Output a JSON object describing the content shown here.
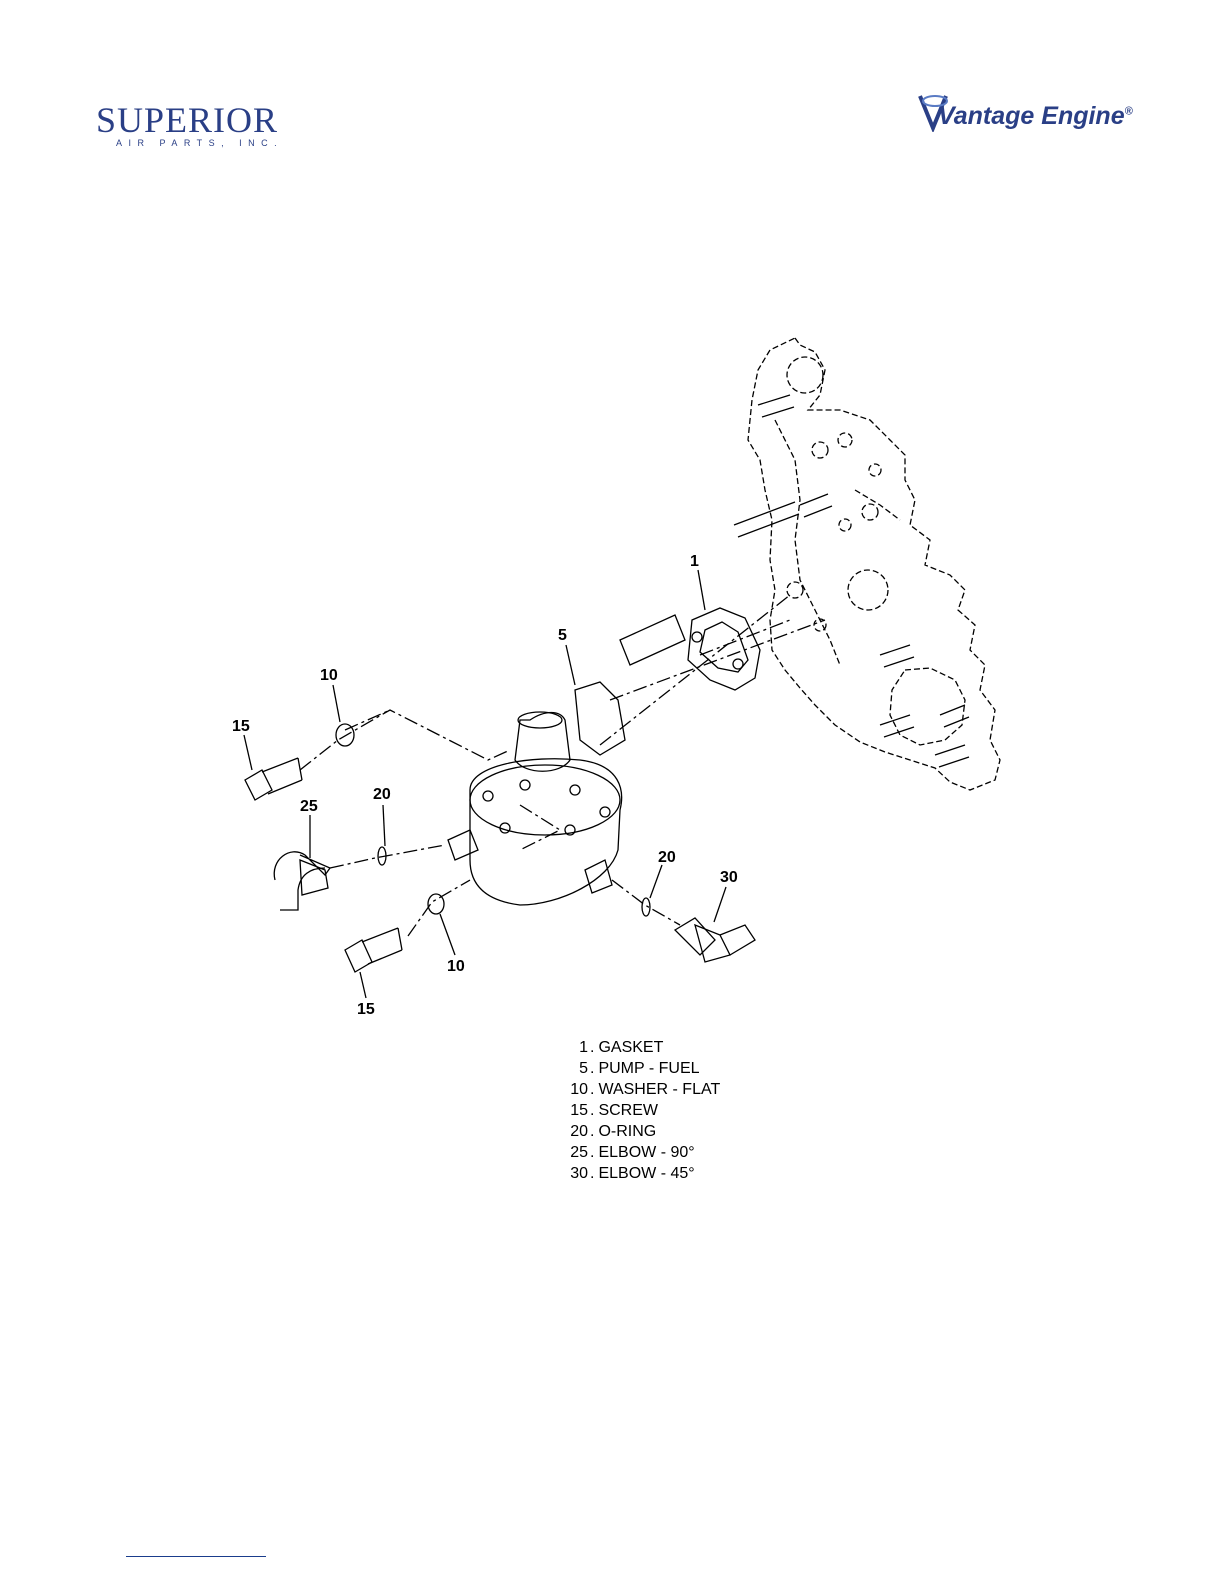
{
  "header": {
    "left_logo": {
      "name": "SUPERIOR",
      "tagline": "AIR PARTS, INC."
    },
    "right_logo": {
      "name": "Vantage Engine",
      "mark": "®"
    }
  },
  "callouts": {
    "c1": "1",
    "c5": "5",
    "c10a": "10",
    "c10b": "10",
    "c15a": "15",
    "c15b": "15",
    "c20a": "20",
    "c20b": "20",
    "c25": "25",
    "c30": "30"
  },
  "legend": [
    {
      "num": "1",
      "label": "GASKET"
    },
    {
      "num": "5",
      "label": "PUMP - FUEL"
    },
    {
      "num": "10",
      "label": "WASHER - FLAT"
    },
    {
      "num": "15",
      "label": "SCREW"
    },
    {
      "num": "20",
      "label": "O-RING"
    },
    {
      "num": "25",
      "label": "ELBOW - 90°"
    },
    {
      "num": "30",
      "label": "ELBOW - 45°"
    }
  ],
  "colors": {
    "brand": "#2a3f86",
    "line": "#000000"
  }
}
